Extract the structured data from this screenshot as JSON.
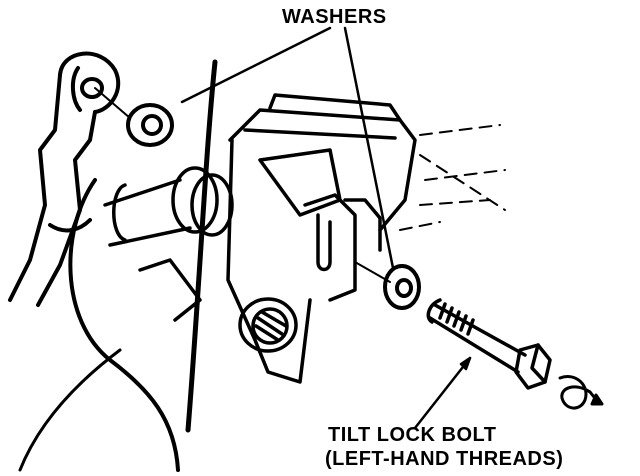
{
  "labels": {
    "washers": "WASHERS",
    "tilt_lock_bolt_line1": "TILT LOCK BOLT",
    "tilt_lock_bolt_line2": "(LEFT-HAND THREADS)"
  },
  "colors": {
    "ink": "#000000",
    "paper": "#ffffff"
  }
}
